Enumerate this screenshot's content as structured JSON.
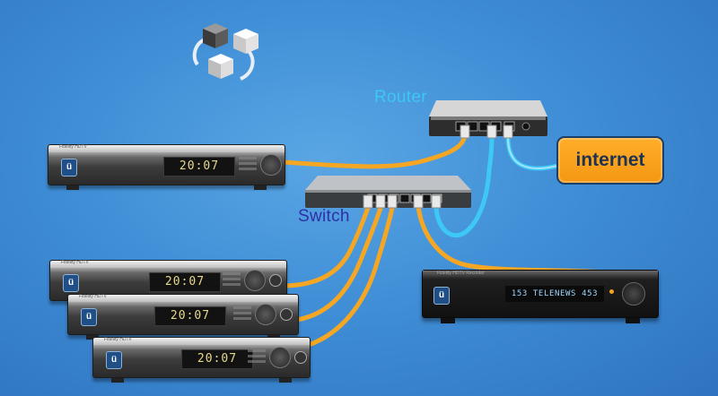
{
  "labels": {
    "router": "Router",
    "switch": "Switch",
    "internet": "internet"
  },
  "devices": {
    "stb_1": {
      "brand": "Fidelity HDTV",
      "display": "20:07"
    },
    "stb_2": {
      "brand": "Fidelity HDTV",
      "display": "20:07"
    },
    "stb_3": {
      "brand": "Fidelity HDTV",
      "display": "20:07"
    },
    "stb_4": {
      "brand": "Fidelity HDTV",
      "display": "20:07"
    },
    "recorder": {
      "brand": "Fidelity HDTV Recorder",
      "display": "153 TELENEWS 453"
    }
  },
  "icons": {
    "network": "network-cubes-icon",
    "router": "router-icon",
    "switch": "switch-icon",
    "set_top_box": "set-top-box-icon"
  },
  "colors": {
    "background": "#3f8ed6",
    "lan_cable": "#f5a623",
    "uplink_cable": "#3ec8f5",
    "router_label": "#3cc7f4",
    "switch_label": "#2f2fa8",
    "internet_box": "#f59712"
  }
}
